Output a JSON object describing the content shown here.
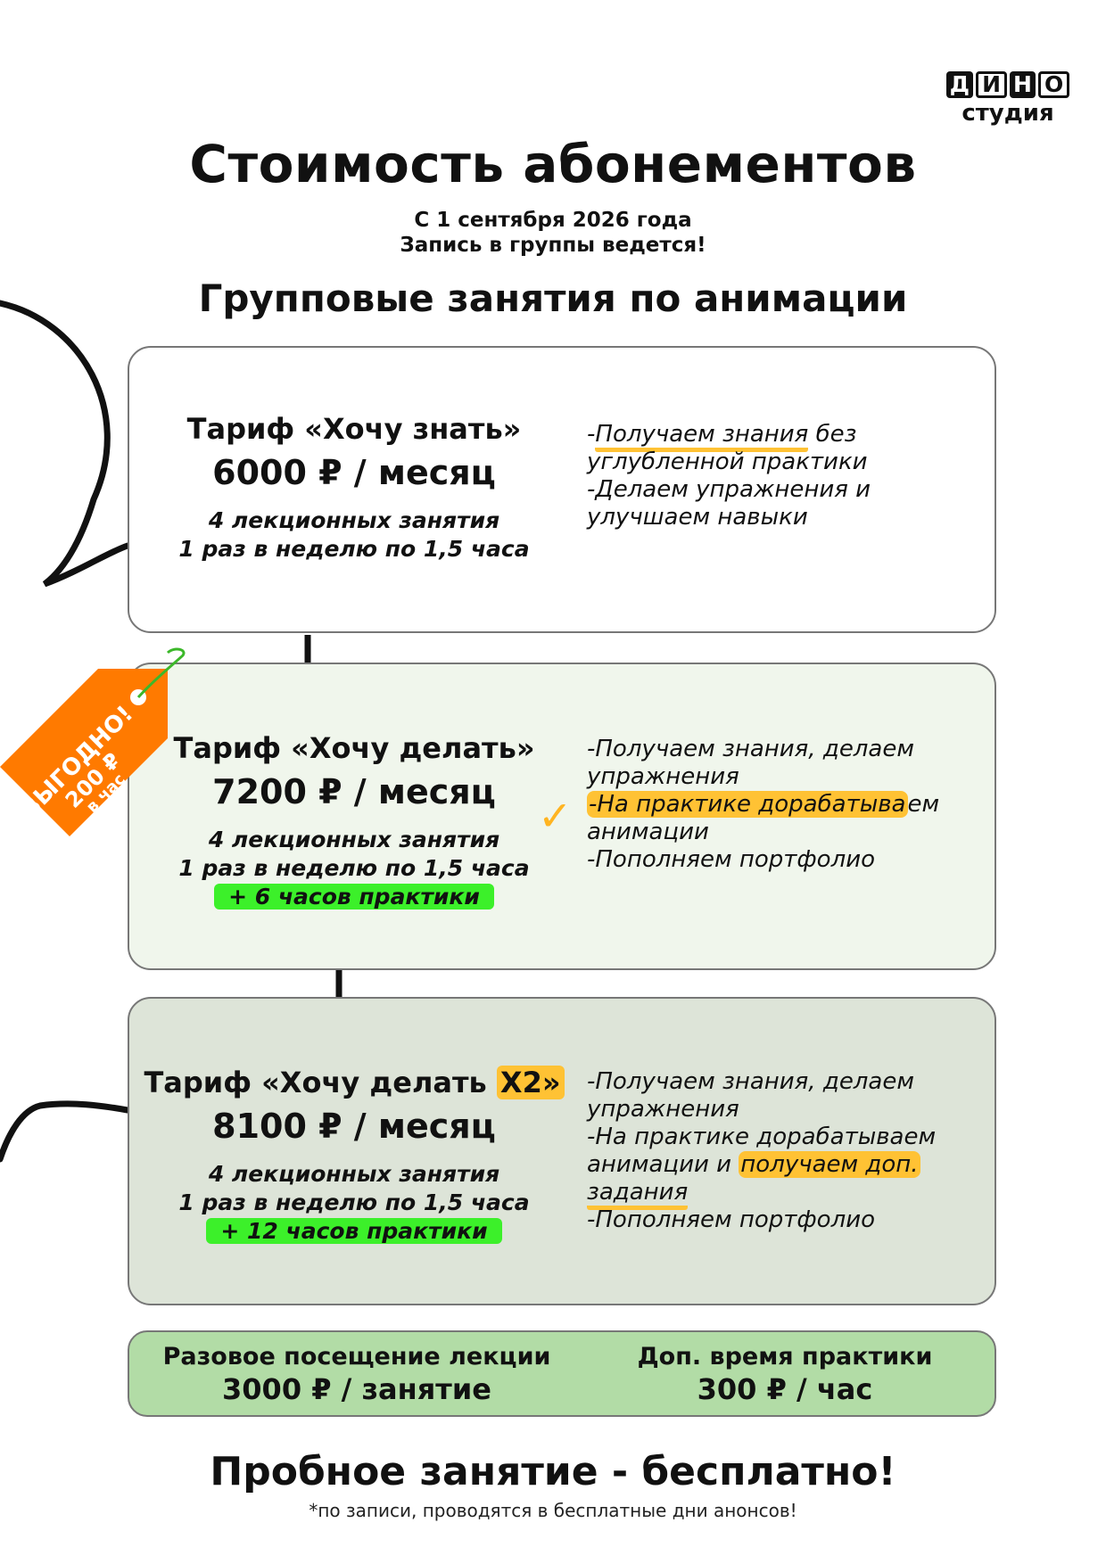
{
  "logo": {
    "letters": [
      "Д",
      "И",
      "Н",
      "О"
    ],
    "studio": "студия"
  },
  "header": {
    "title": "Стоимость абонементов",
    "subtitle_line1": "С 1 сентября 2026 года",
    "subtitle_line2": "Запись в группы ведется!"
  },
  "section_title": "Групповые занятия по анимации",
  "tariffs": [
    {
      "name": "Тариф «Хочу знать»",
      "price": "6000 ₽ / месяц",
      "detail1": "4 лекционных занятия",
      "detail2": "1 раз в неделю по 1,5 часа",
      "f1a": "-",
      "f1b": "Получаем знания",
      "f1c": " без углубленной практики",
      "f2": "-Делаем упражнения и улучшаем навыки"
    },
    {
      "name": "Тариф «Хочу делать»",
      "price": "7200 ₽ / месяц",
      "detail1": "4 лекционных занятия",
      "detail2": "1 раз в неделю по 1,5 часа",
      "extra": "+ 6 часов практики",
      "f1": "-Получаем знания, делаем упражнения",
      "f2a": "-На практике дорабатыва",
      "f2b": "ем анимации",
      "f3": "-Пополняем портфолио"
    },
    {
      "name_a": "Тариф «Хочу делать ",
      "name_b": "X2»",
      "price": "8100 ₽ / месяц",
      "detail1": "4 лекционных занятия",
      "detail2": "1 раз в неделю по 1,5 часа",
      "extra": "+ 12 часов практики",
      "f1": "-Получаем знания, делаем упражнения",
      "f2a": "-На практике дорабатываем анимации и ",
      "f2b": "получаем доп. ",
      "f2c": "задания",
      "f3": "-Пополняем портфолио"
    }
  ],
  "tag": {
    "line1": "ВЫГОДНО!",
    "line2": "200 ₽",
    "line3": "в час"
  },
  "bottom": {
    "left_l1": "Разовое посещение лекции",
    "left_l2": "3000 ₽ / занятие",
    "right_l1": "Доп. время практики",
    "right_l2": "300 ₽ / час"
  },
  "trial": "Пробное занятие - бесплатно!",
  "note": "*по записи, проводятся в бесплатные дни анонсов!",
  "colors": {
    "accent_orange": "#ff7a00",
    "highlight_yellow": "#ffc234",
    "highlight_green": "#3cf02a",
    "bottom_box": "#b2dca6"
  }
}
